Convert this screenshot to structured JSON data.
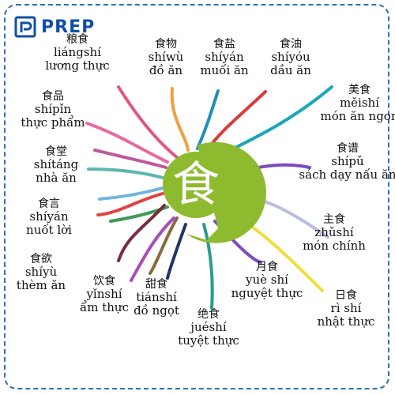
{
  "brand": {
    "name": "PREP",
    "color": "#0f4fa8"
  },
  "hub": {
    "char": "食",
    "color": "#8dba2f"
  },
  "nodes": [
    {
      "hanzi": "粮食",
      "pinyin": "liángshí",
      "vi": "lương thực",
      "color": "#e2577b"
    },
    {
      "hanzi": "食物",
      "pinyin": "shíwù",
      "vi": "đồ ăn",
      "color": "#f0a042"
    },
    {
      "hanzi": "食盐",
      "pinyin": "shíyán",
      "vi": "muối ăn",
      "color": "#1f8fb7"
    },
    {
      "hanzi": "食油",
      "pinyin": "shíyóu",
      "vi": "dầu ăn",
      "color": "#d93b3b"
    },
    {
      "hanzi": "美食",
      "pinyin": "měishí",
      "vi": "món ăn ngon",
      "color": "#1aa6b7"
    },
    {
      "hanzi": "食谱",
      "pinyin": "shípǔ",
      "vi": "sách dạy nấu ăn",
      "color": "#7b4cc2"
    },
    {
      "hanzi": "主食",
      "pinyin": "zhǔshí",
      "vi": "món chính",
      "color": "#b7bde3"
    },
    {
      "hanzi": "日食",
      "pinyin": "rì shí",
      "vi": "nhật thực",
      "color": "#f0de3c"
    },
    {
      "hanzi": "月食",
      "pinyin": "yuè shí",
      "vi": "nguyệt thực",
      "color": "#7b4cc2"
    },
    {
      "hanzi": "绝食",
      "pinyin": "juéshí",
      "vi": "tuyệt thực",
      "color": "#2d9b8a"
    },
    {
      "hanzi": "甜食",
      "pinyin": "tiánshí",
      "vi": "đồ ngọt",
      "color": "#22365f"
    },
    {
      "hanzi": "饮食",
      "pinyin": "yǐnshí",
      "vi": "ẩm thực",
      "color": "#a64fb6"
    },
    {
      "hanzi": "食欲",
      "pinyin": "shíyù",
      "vi": "thèm ăn",
      "color": "#7a2b3a"
    },
    {
      "hanzi": "食言",
      "pinyin": "shíyán",
      "vi": "nuốt lời",
      "color": "#e24343"
    },
    {
      "hanzi": "食堂",
      "pinyin": "shítáng",
      "vi": "nhà ăn",
      "color": "#5db6b0"
    },
    {
      "hanzi": "食品",
      "pinyin": "shípǐn",
      "vi": "thực phẩm",
      "color": "#e66aa0"
    }
  ],
  "extra_branches": [
    {
      "color": "#8a6a3a"
    },
    {
      "color": "#3d9a5a"
    },
    {
      "color": "#6fb4df"
    },
    {
      "color": "#c0589b"
    }
  ]
}
